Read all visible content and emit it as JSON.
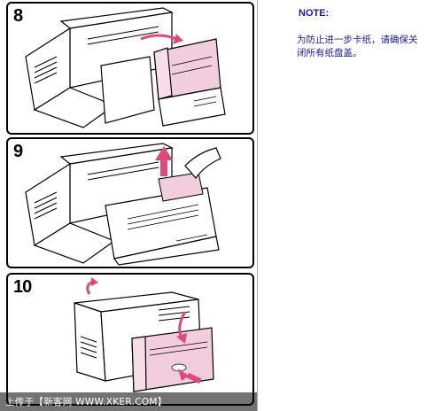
{
  "steps": [
    {
      "number": "8"
    },
    {
      "number": "9"
    },
    {
      "number": "10"
    }
  ],
  "note": {
    "title": "NOTE:",
    "text": "为防止进一步卡纸，请确保关闭所有纸盘盖。"
  },
  "watermark": {
    "text": "上传于【新客网 WWW.XKER.COM】"
  },
  "colors": {
    "accent_pink": "#f2cddd",
    "arrow_pink": "#e0487c",
    "note_blue": "#1a1aa6"
  }
}
